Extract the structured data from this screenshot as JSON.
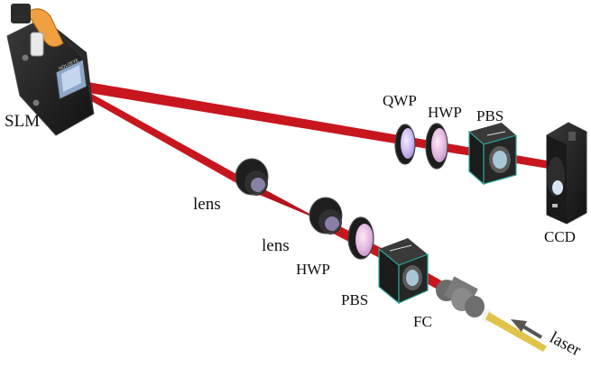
{
  "labels": {
    "slm": "SLM",
    "lens_upper": "lens",
    "lens_lower": "lens",
    "hwp_lower": "HWP",
    "pbs_lower": "PBS",
    "fc": "FC",
    "laser": "laser",
    "qwp": "QWP",
    "hwp_upper": "HWP",
    "pbs_upper": "PBS",
    "ccd": "CCD"
  },
  "colors": {
    "beam": "#c8161f",
    "beam_dark": "#8e0f16",
    "mount": "#1e1e1e",
    "mount_edge": "#3a3a3a",
    "slm_accent": "#f0a040",
    "fiber": "#e0c34a",
    "optic_glass": "#c9b8f0",
    "cube_rim": "#2ea39b",
    "arrow": "#555555"
  },
  "icons": {
    "slm": "spatial-light-modulator-icon",
    "lens": "lens-mount-icon",
    "waveplate": "waveplate-icon",
    "pbs": "polarizing-beam-splitter-cube-icon",
    "fc": "fiber-collimator-icon",
    "ccd": "ccd-camera-icon",
    "arrow": "laser-direction-arrow-icon"
  }
}
